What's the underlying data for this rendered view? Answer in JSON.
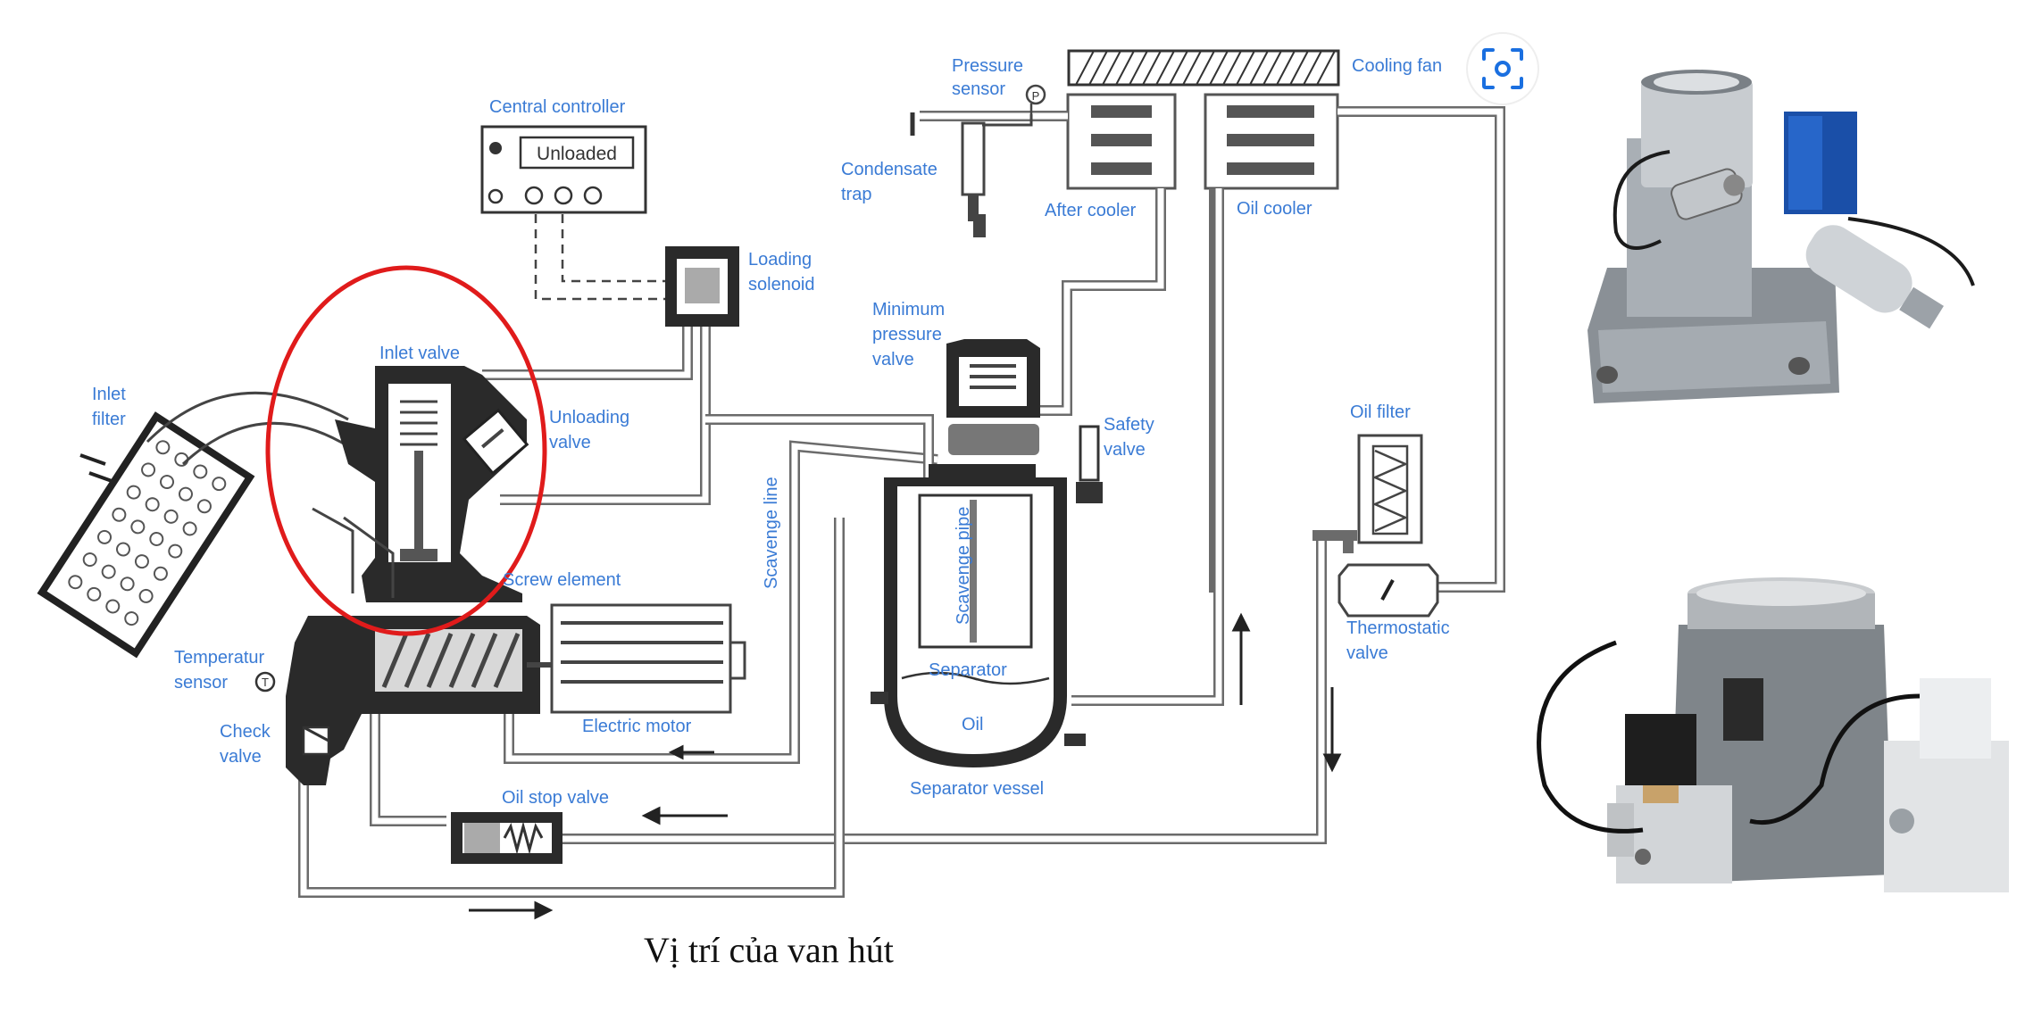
{
  "labels": {
    "pressure_sensor_1": "Pressure",
    "pressure_sensor_2": "sensor",
    "cooling_fan": "Cooling fan",
    "central_controller": "Central controller",
    "unloaded": "Unloaded",
    "condensate_trap_1": "Condensate",
    "condensate_trap_2": "trap",
    "after_cooler": "After cooler",
    "oil_cooler": "Oil cooler",
    "loading_solenoid_1": "Loading",
    "loading_solenoid_2": "solenoid",
    "minimum_pressure_1": "Minimum",
    "minimum_pressure_2": "pressure",
    "minimum_pressure_3": "valve",
    "inlet_valve": "Inlet valve",
    "inlet_filter_1": "Inlet",
    "inlet_filter_2": "filter",
    "unloading_valve_1": "Unloading",
    "unloading_valve_2": "valve",
    "safety_valve_1": "Safety",
    "safety_valve_2": "valve",
    "oil_filter": "Oil filter",
    "scavenge_line": "Scavenge line",
    "scavenge_pipe": "Scavenge pipe",
    "screw_element": "Screw element",
    "temperature_sensor_1": "Temperatur",
    "temperature_sensor_2": "sensor",
    "thermostatic_valve_1": "Thermostatic",
    "thermostatic_valve_2": "valve",
    "separator": "Separator",
    "oil": "Oil",
    "check_valve_1": "Check",
    "check_valve_2": "valve",
    "electric_motor": "Electric motor",
    "separator_vessel": "Separator vessel",
    "oil_stop_valve": "Oil stop valve",
    "sensor_symbol_p": "P",
    "sensor_symbol_t": "T"
  },
  "caption": "Vị trí của van hút",
  "lens_button": "lens-search",
  "colors": {
    "label": "#3a7bd5",
    "highlight": "#e01b1b",
    "caption": "#111111"
  }
}
